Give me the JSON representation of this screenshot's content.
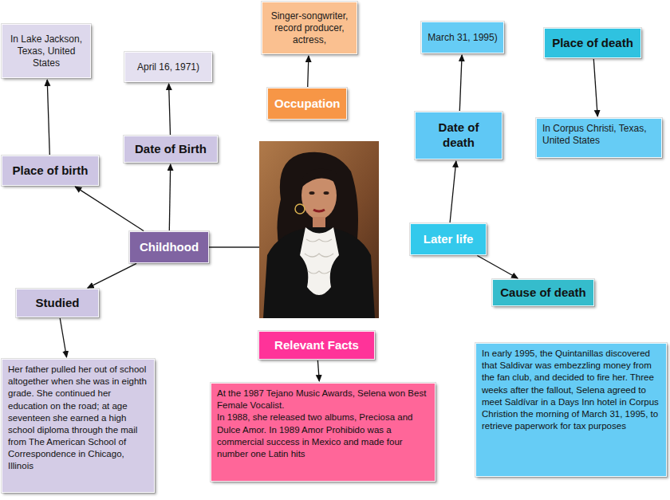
{
  "diagram": {
    "nodes": [
      {
        "text": [
          "Singer-songwriter, record producer, actress,"
        ]
      },
      {
        "text": [
          "March 31, 1995)"
        ]
      },
      {
        "text": [
          "In Lake Jackson, Texas, United States"
        ]
      },
      {
        "text": [
          "Place of death"
        ]
      },
      {
        "text": [
          "April 16, 1971)"
        ]
      },
      {
        "text": [
          "Occupation"
        ]
      },
      {
        "text": [
          "Date of death"
        ]
      },
      {
        "text": [
          "In Corpus Christi, Texas, United States"
        ]
      },
      {
        "text": [
          "Date of Birth"
        ]
      },
      {
        "text": [
          "Place of birth"
        ]
      },
      {
        "text": [
          "Later life"
        ]
      },
      {
        "text": [
          "Childhood"
        ]
      },
      {
        "text": [
          "Cause of death"
        ]
      },
      {
        "text": [
          "Studied"
        ]
      },
      {
        "text": [
          "Relevant Facts"
        ]
      },
      {
        "text": [
          "In early 1995, the Quintanillas discovered that Saldivar was embezzling money from the fan club, and decided to fire her. Three weeks after the fallout, Selena agreed to meet Saldívar in a Days Inn hotel in Corpus Christion the morning of March 31, 1995, to retrieve paperwork for tax purposes"
        ]
      },
      {
        "text": [
          "Her father pulled her out of school altogether when she was in eighth grade. She continued her education on the road; at age seventeen she earned a high school diploma through the mail from The American School of Correspondence in Chicago, Illinois"
        ]
      },
      {
        "text": [
          "At the 1987 Tejano Music Awards, Selena won Best Female Vocalist.",
          "In 1988, she released two albums, Preciosa and Dulce Amor. In 1989 Amor Prohibido was a commercial success in Mexico and made four number one Latin hits"
        ]
      }
    ],
    "edges": [
      {
        "from": 11,
        "to": 9,
        "arrow": "to"
      },
      {
        "from": 11,
        "to": 8,
        "arrow": "to"
      },
      {
        "from": 11,
        "to": 13,
        "arrow": "to"
      },
      {
        "from": 9,
        "to": 2,
        "arrow": "to"
      },
      {
        "from": 8,
        "to": 4,
        "arrow": "to"
      },
      {
        "from": 5,
        "to": 0,
        "arrow": "to"
      },
      {
        "from": 10,
        "to": 6,
        "arrow": "to"
      },
      {
        "from": 6,
        "to": 1,
        "arrow": "to"
      },
      {
        "from": 3,
        "to": 7,
        "arrow": "to"
      },
      {
        "from": 10,
        "to": 12,
        "arrow": "to"
      },
      {
        "from": 13,
        "to": 16,
        "arrow": "to"
      },
      {
        "from": 14,
        "to": 17,
        "arrow": "to"
      }
    ]
  }
}
